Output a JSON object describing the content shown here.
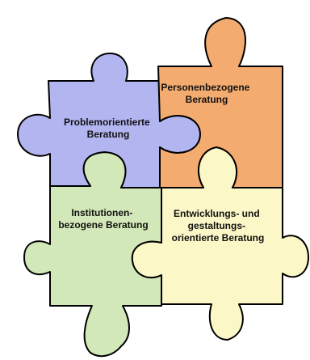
{
  "pieces": [
    {
      "id": "problem",
      "lines": [
        "Problemorientierte",
        "Beratung"
      ],
      "color": "#b3b5f0"
    },
    {
      "id": "personen",
      "lines": [
        "Personenbezogene",
        "Beratung"
      ],
      "color": "#f4ab6f"
    },
    {
      "id": "institution",
      "lines": [
        "Institutionen-",
        "bezogene Beratung"
      ],
      "color": "#d3e8b8"
    },
    {
      "id": "entwicklung",
      "lines": [
        "Entwicklungs- und",
        "gestaltungs-",
        "orientierte Beratung"
      ],
      "color": "#fbf7c6"
    }
  ]
}
